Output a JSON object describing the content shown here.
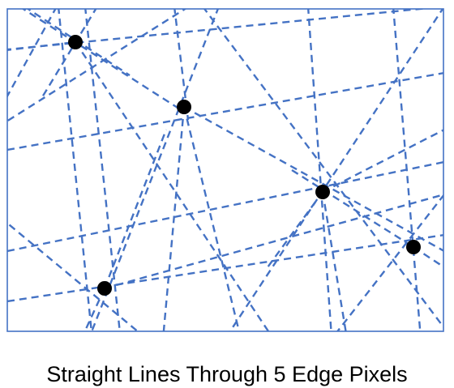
{
  "caption": "Straight Lines Through 5 Edge Pixels",
  "colors": {
    "line": "#4472C4",
    "frame": "#4472C4",
    "point": "#000000"
  },
  "edge_pixels": [
    {
      "id": "p1",
      "lines": 8
    },
    {
      "id": "p2",
      "lines": 8
    },
    {
      "id": "p3",
      "lines": 8
    },
    {
      "id": "p4",
      "lines": 8
    },
    {
      "id": "p5",
      "lines": 8
    }
  ]
}
